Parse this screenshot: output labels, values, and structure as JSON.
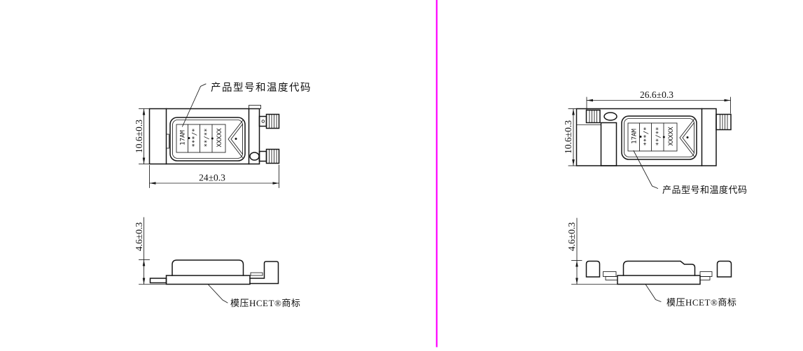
{
  "canvas": {
    "background": "#ffffff",
    "line_color": "#151515",
    "divider_color": "#ff00ff"
  },
  "left_drawing": {
    "plan_view": {
      "width_dim": "24±0.3",
      "height_dim": "10.6±0.3",
      "marking_callout": "产品型号和温度代码",
      "marking_lines": [
        "17AM",
        "***/*",
        "**/**",
        "XXXXX"
      ]
    },
    "side_view": {
      "height_dim": "4.6±0.3",
      "trademark_callout": "模压HCET®商标"
    }
  },
  "right_drawing": {
    "plan_view": {
      "width_dim": "26.6±0.3",
      "height_dim": "10.6±0.3",
      "marking_callout": "产品型号和温度代码",
      "marking_lines": [
        "17AM",
        "***/*",
        "**/**",
        "XXXXX"
      ]
    },
    "side_view": {
      "height_dim": "4.6±0.3",
      "trademark_callout": "模压HCET®商标"
    }
  }
}
